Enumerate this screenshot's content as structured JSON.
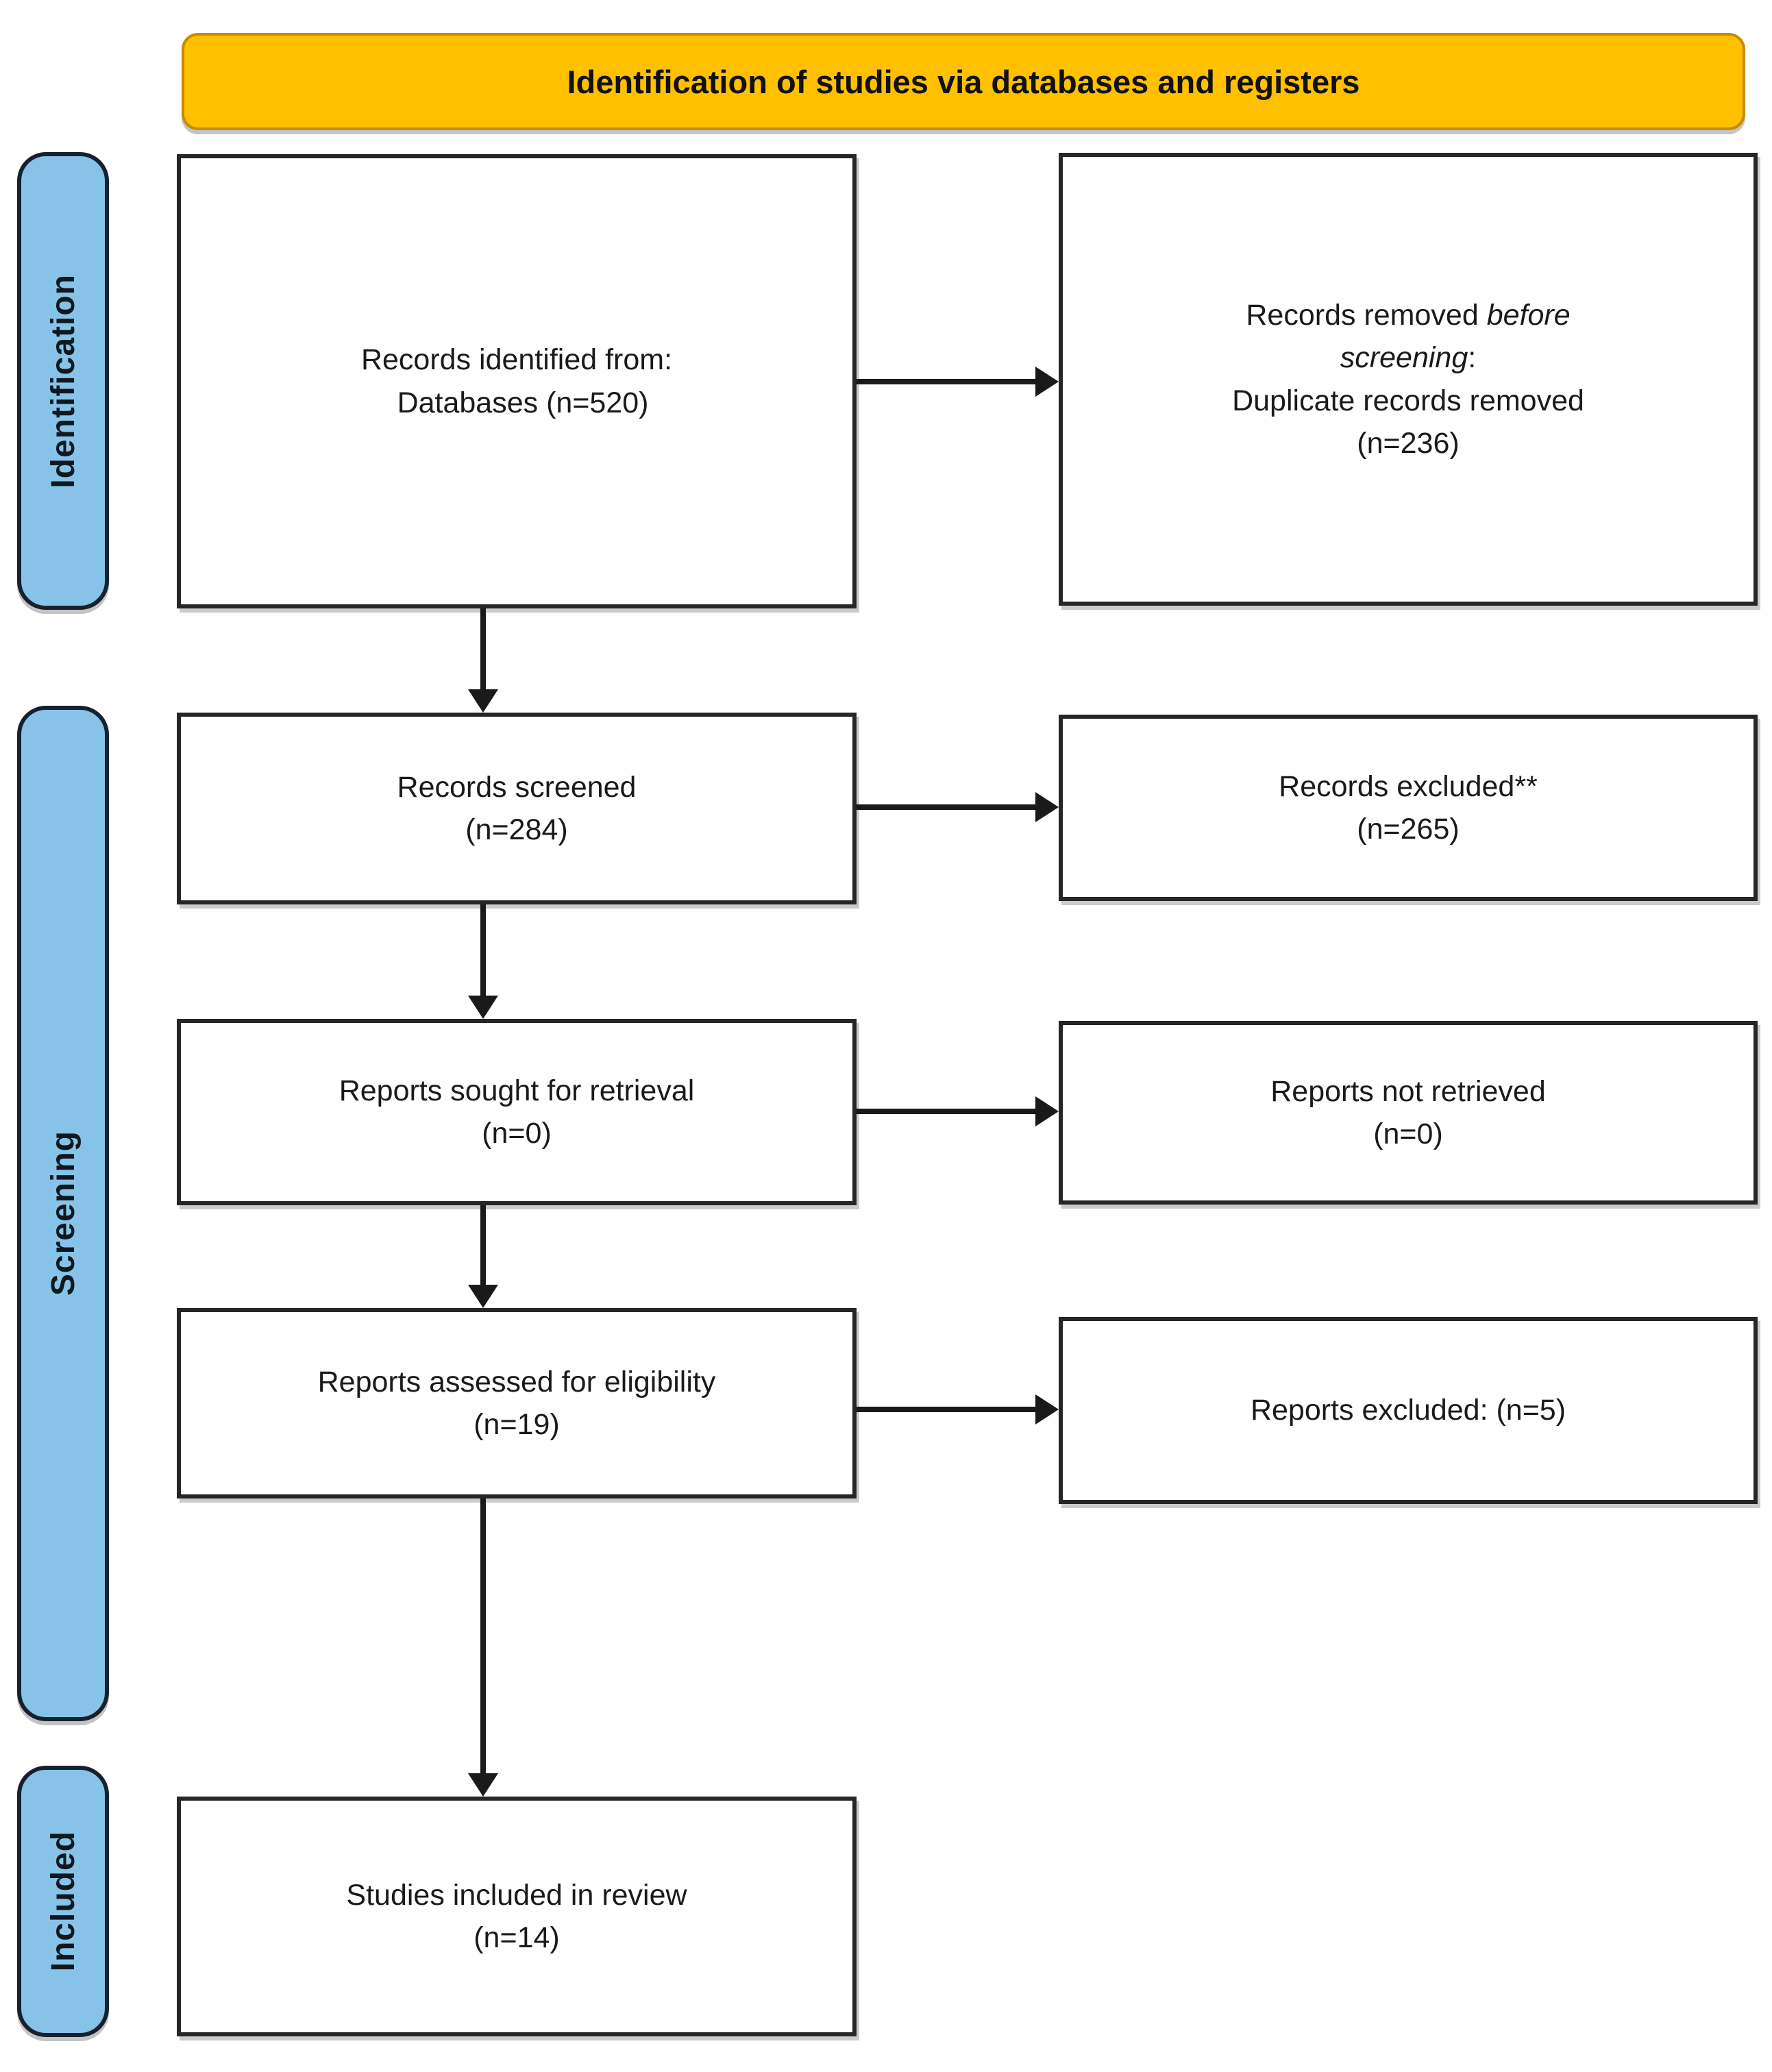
{
  "diagram": {
    "title": "Identification of studies via databases and registers",
    "stages": [
      {
        "label": "Identification"
      },
      {
        "label": "Screening"
      },
      {
        "label": "Included"
      }
    ],
    "boxes": {
      "records_identified": {
        "lines": [
          "Records identified from:",
          "Databases (n=520)"
        ]
      },
      "records_removed": {
        "roman1": "Records removed ",
        "italic1": "before",
        "italic2": "screening",
        "colon": ":",
        "line3": "Duplicate records removed",
        "line4": "(n=236)"
      },
      "records_screened": {
        "lines": [
          "Records screened",
          "(n=284)"
        ]
      },
      "records_excluded": {
        "lines": [
          "Records excluded**",
          "(n=265)"
        ]
      },
      "reports_sought": {
        "lines": [
          "Reports sought for retrieval",
          "(n=0)"
        ]
      },
      "reports_not_retrieved": {
        "lines": [
          "Reports not retrieved",
          "(n=0)"
        ]
      },
      "reports_assessed": {
        "lines": [
          "Reports assessed for eligibility",
          "(n=19)"
        ]
      },
      "reports_excluded": {
        "lines": [
          "Reports excluded: (n=5)"
        ]
      },
      "studies_included": {
        "lines": [
          "Studies included in review",
          "(n=14)"
        ]
      }
    },
    "colors": {
      "banner_fill": "#FFC000",
      "banner_border": "#C88A00",
      "stage_fill": "#87C3E8",
      "stage_border": "#16212E",
      "box_border": "#262626",
      "arrow": "#1A1A1A"
    }
  }
}
